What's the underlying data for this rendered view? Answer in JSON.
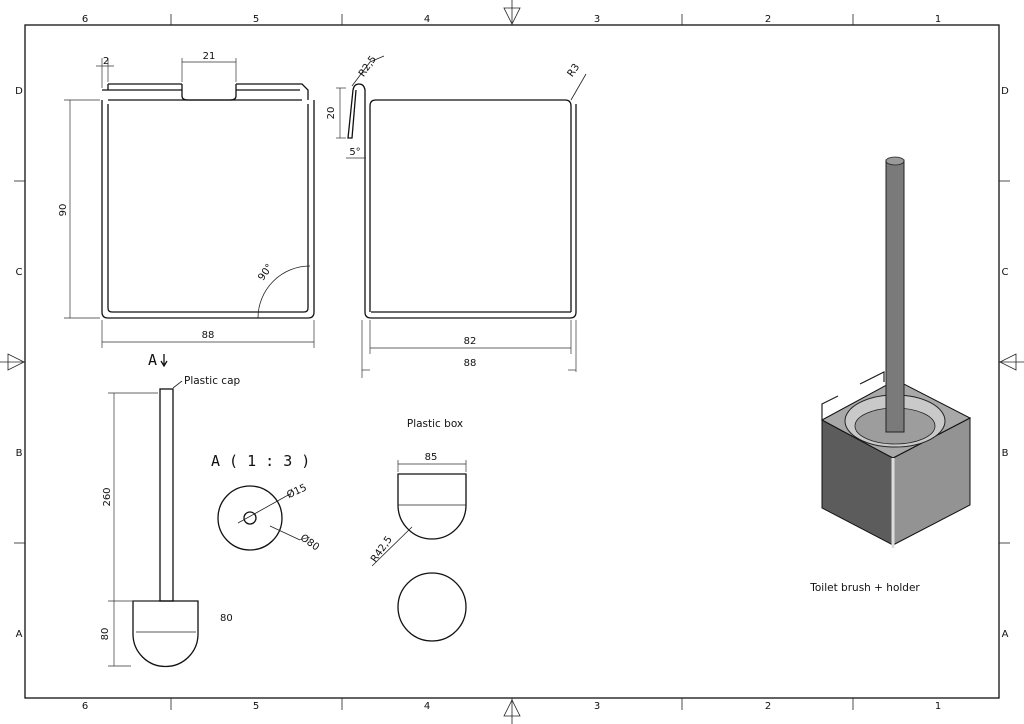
{
  "frame": {
    "col_labels": [
      "6",
      "5",
      "4",
      "3",
      "2",
      "1"
    ],
    "row_labels": [
      "D",
      "C",
      "B",
      "A"
    ]
  },
  "views": {
    "front": {
      "dim_tab": "21",
      "dim_gap": "2",
      "dim_height": "90",
      "dim_width": "88",
      "angle": "90°",
      "section_label": "A"
    },
    "side": {
      "dim_bend_radius": "R2,5",
      "dim_bend_len": "20",
      "dim_bend_angle": "5°",
      "dim_corner_radius": "R3",
      "dim_inner_width": "82",
      "dim_outer_width": "88"
    },
    "brush": {
      "cap_label": "Plastic cap",
      "dim_handle": "260",
      "dim_head": "80",
      "dim_head_width": "80"
    },
    "detail": {
      "title": "A ( 1 : 3 )",
      "dim_small": "Ø15",
      "dim_large": "Ø80"
    },
    "plastic_box": {
      "title": "Plastic box",
      "dim_width": "85",
      "dim_radius": "R42,5"
    },
    "iso": {
      "caption": "Toilet brush + holder"
    }
  }
}
